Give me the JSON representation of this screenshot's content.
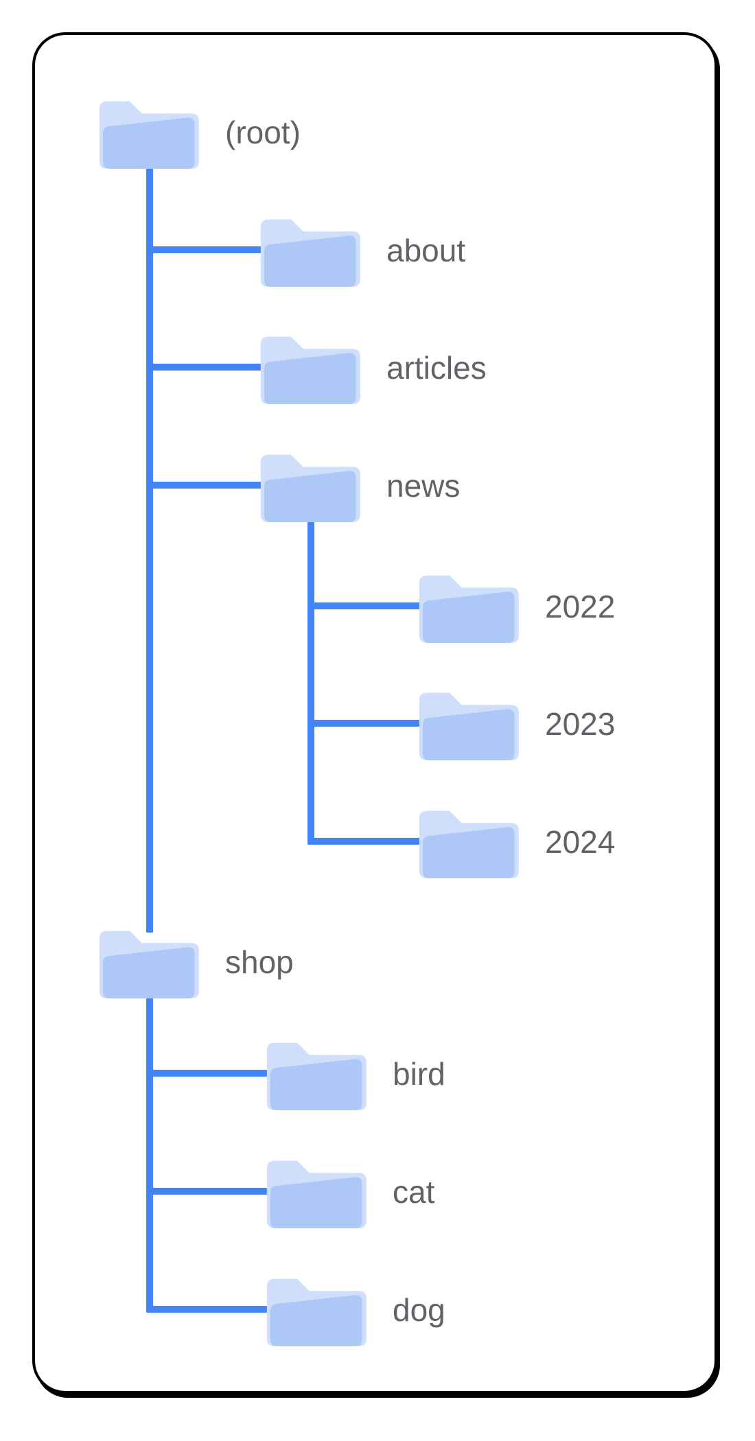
{
  "diagram": {
    "type": "folder-tree",
    "nodes": {
      "root": {
        "label": "(root)"
      },
      "about": {
        "label": "about"
      },
      "articles": {
        "label": "articles"
      },
      "news": {
        "label": "news"
      },
      "y2022": {
        "label": "2022"
      },
      "y2023": {
        "label": "2023"
      },
      "y2024": {
        "label": "2024"
      },
      "shop": {
        "label": "shop"
      },
      "bird": {
        "label": "bird"
      },
      "cat": {
        "label": "cat"
      },
      "dog": {
        "label": "dog"
      }
    },
    "hierarchy": {
      "(root)": [
        "about",
        "articles",
        "news"
      ],
      "news": [
        "2022",
        "2023",
        "2024"
      ],
      "shop": [
        "bird",
        "cat",
        "dog"
      ]
    },
    "colors": {
      "connector": "#4284F5",
      "folder_front": "#adc8f7",
      "folder_back": "#cfdffb",
      "label_text": "#5f6368",
      "card_border": "#000000",
      "background": "#ffffff"
    }
  }
}
